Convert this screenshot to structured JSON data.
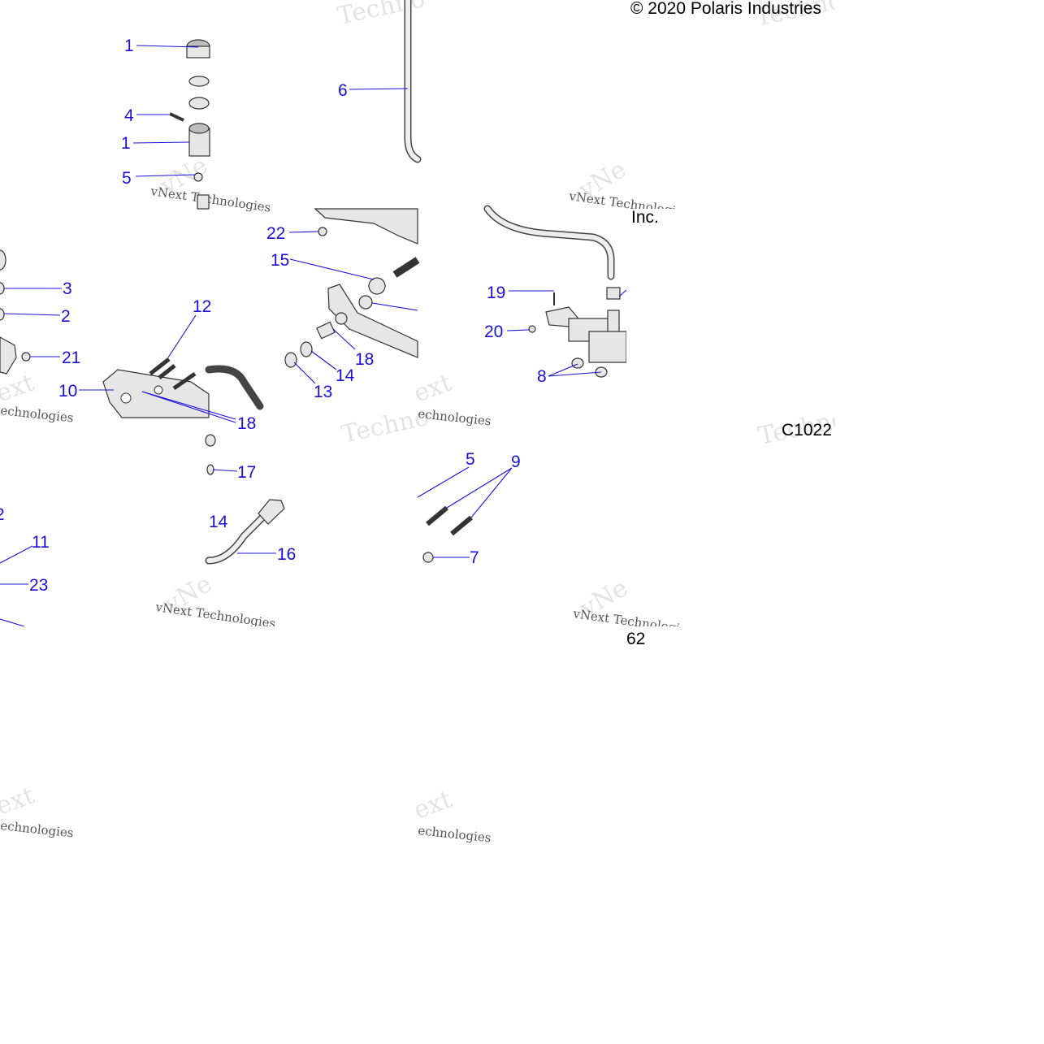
{
  "copyright": "© 2020 Polaris Industries",
  "inc_text": "Inc.",
  "figure_code": "C1022",
  "page_number": "62",
  "watermark_big": "Techno",
  "watermark_big_alt": "vNe",
  "watermark_small": "vNext Technologies",
  "watermark_fragment_a": "ext",
  "watermark_fragment_b": "echnologies",
  "callouts": [
    "1",
    "1",
    "4",
    "5",
    "6",
    "3",
    "2",
    "21",
    "12",
    "10",
    "18",
    "22",
    "15",
    "18",
    "14",
    "13",
    "19",
    "20",
    "8",
    "5",
    "9",
    "7",
    "17",
    "14",
    "16",
    "2",
    "11",
    "23"
  ],
  "colors": {
    "callout": "#1a10d8",
    "text": "#000000",
    "watermark": "#e3e3e3"
  }
}
